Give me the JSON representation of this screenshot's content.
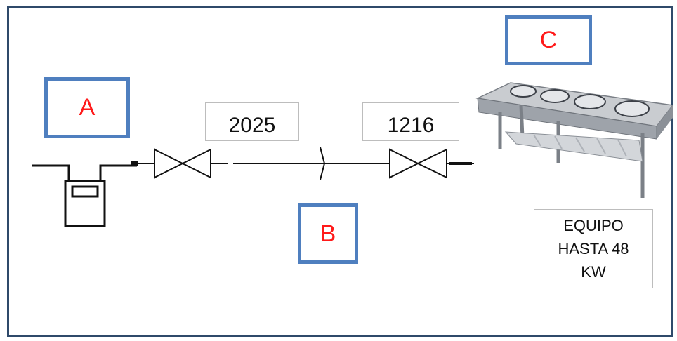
{
  "labels": {
    "a": "A",
    "b": "B",
    "c": "C"
  },
  "values": {
    "first": "2025",
    "second": "1216"
  },
  "equipment": {
    "description": "EQUIPO\nHASTA 48\nKW"
  },
  "colors": {
    "frame": "#2f4a6a",
    "label_border": "#4f7fbf",
    "label_text": "#ff1a1a",
    "line": "#111111"
  },
  "icons": {
    "meter": "gas-meter-icon",
    "valve": "valve-icon",
    "equipment": "gas-stove-icon"
  }
}
